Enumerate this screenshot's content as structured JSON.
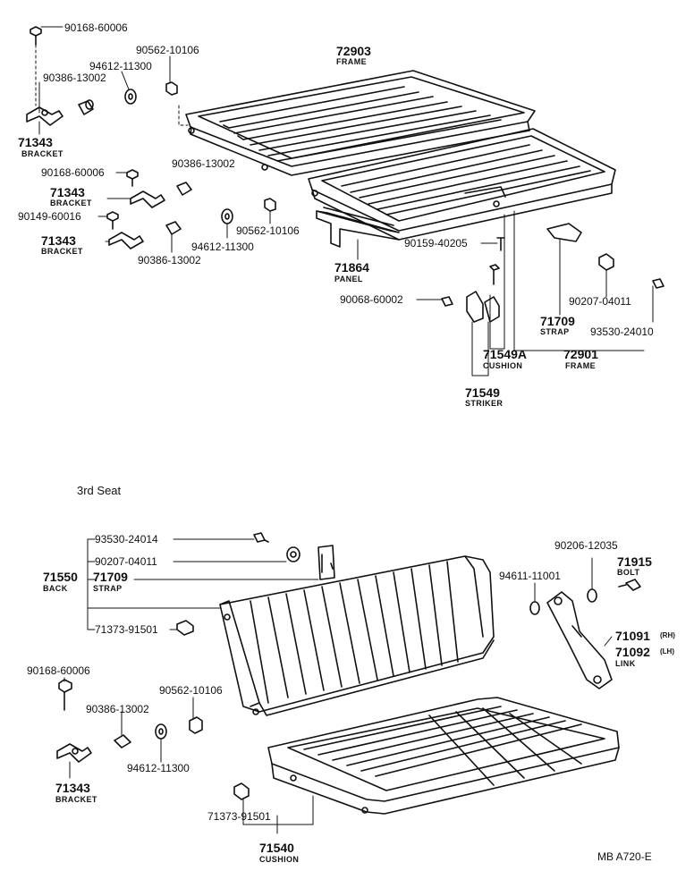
{
  "section_title": "3rd Seat",
  "diagram_code": "MB  A720-E",
  "labels": {
    "p90168_top": "90168-60006",
    "p90562_top": "90562-10106",
    "p72903": "72903",
    "frame_top": "FRAME",
    "p94612_top": "94612-11300",
    "p90386_top": "90386-13002",
    "p71343_a": "71343",
    "bracket_a": "BRACKET",
    "p90168_mid": "90168-60006",
    "p90386_mid": "90386-13002",
    "p71343_b": "71343",
    "bracket_b": "BRACKET",
    "p90149": "90149-60016",
    "p90562_mid": "90562-10106",
    "p71343_c": "71343",
    "bracket_c": "BRACKET",
    "p94612_mid": "94612-11300",
    "p90386_low": "90386-13002",
    "p90159": "90159-40205",
    "p71864": "71864",
    "panel": "PANEL",
    "p90068": "90068-60002",
    "p90207_top": "90207-04011",
    "p71709_top": "71709",
    "strap_top": "STRAP",
    "p93530_top": "93530-24010",
    "p71549a": "71549A",
    "cushion_top": "CUSHION",
    "p72901": "72901",
    "frame_bottom": "FRAME",
    "p71549": "71549",
    "striker": "STRIKER",
    "p93530_3rd": "93530-24014",
    "p90207_3rd": "90207-04011",
    "p71550": "71550",
    "back": "BACK",
    "p71709_3rd": "71709",
    "strap_3rd": "STRAP",
    "p71373_a": "71373-91501",
    "p90206": "90206-12035",
    "p71915": "71915",
    "bolt": "BOLT",
    "p94611": "94611-11001",
    "p71091": "71091",
    "rh": "(RH)",
    "p71092": "71092",
    "lh": "(LH)",
    "link": "LINK",
    "p90168_3rd": "90168-60006",
    "p90562_3rd": "90562-10106",
    "p90386_3rd": "90386-13002",
    "p94612_3rd": "94612-11300",
    "p71343_3rd": "71343",
    "bracket_3rd": "BRACKET",
    "p71373_b": "71373-91501",
    "p71540": "71540",
    "cushion_3rd": "CUSHION"
  }
}
